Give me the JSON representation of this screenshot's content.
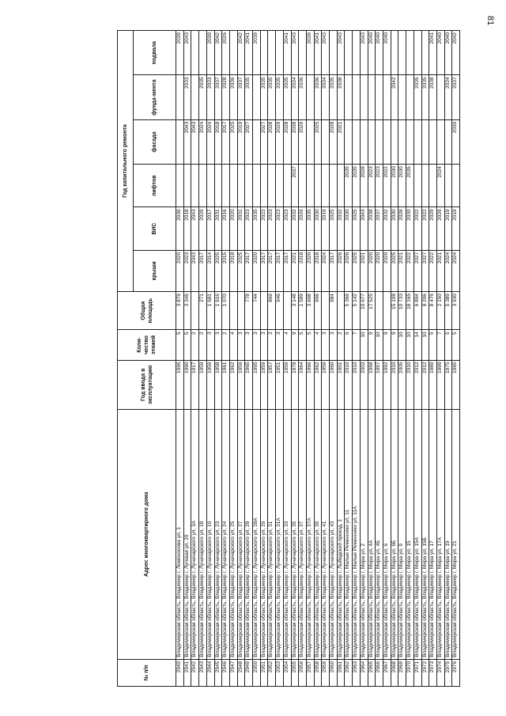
{
  "page_number": "81",
  "headers": {
    "num": "№ п/п",
    "address": "Адрес многоквартирного дома",
    "year": "Год ввода в эксплуатацию",
    "floors": "Коли-чество этажей",
    "area": "Общая площадь",
    "repair_group": "Год капитального ремонта",
    "roof": "крыши",
    "vis": "ВИС",
    "lifts": "лифтов",
    "facade": "фасада",
    "foundation": "фунда-мента",
    "basement": "подвала"
  },
  "rows": [
    [
      "2940",
      "Владимирская область, Владимир г, Ломоносова ул, 1",
      "1996",
      "5",
      "3 876",
      "2020",
      "2036",
      "",
      "",
      "",
      "2039"
    ],
    [
      "2941",
      "Владимирская область, Владимир г, Луговая ул, 20",
      "1990",
      "5",
      "3 346",
      "2023",
      "2018",
      "",
      "2043",
      "2033",
      "2043"
    ],
    [
      "2942",
      "Владимирская область, Владимир г, Луначарского ул, 3А",
      "1917",
      "2",
      "",
      "2043",
      "2043",
      "",
      "2043",
      "",
      ""
    ],
    [
      "2943",
      "Владимирская область, Владимир г, Луначарского ул, 18",
      "1959",
      "2",
      "271",
      "2017",
      "2029",
      "",
      "2024",
      "2035",
      ""
    ],
    [
      "2944",
      "Владимирская область, Владимир г, Луначарского ул, 19",
      "1959",
      "3",
      "1 681",
      "2014",
      "2017",
      "",
      "2024",
      "2033",
      "2039"
    ],
    [
      "2945",
      "Владимирская область, Владимир г, Луначарского ул, 23",
      "1958",
      "3",
      "1 616",
      "2025",
      "2031",
      "",
      "2018",
      "2037",
      "2042"
    ],
    [
      "2946",
      "Владимирская область, Владимир г, Луначарского ул, 24",
      "1961",
      "2",
      "1 070",
      "2015",
      "2016",
      "",
      "2017",
      "2028",
      "2026"
    ],
    [
      "2947",
      "Владимирская область, Владимир г, Луначарского ул, 25",
      "1962",
      "4",
      "",
      "2018",
      "2020",
      "",
      "2025",
      "2036",
      ""
    ],
    [
      "2948",
      "Владимирская область, Владимир г, Луначарского ул, 27",
      "1959",
      "3",
      "",
      "2025",
      "2031",
      "",
      "2019",
      "2037",
      "2042"
    ],
    [
      "2949",
      "Владимирская область, Владимир г, Луначарского ул, 28",
      "1965",
      "3",
      "778",
      "2017",
      "2023",
      "",
      "2027",
      "2035",
      "2041"
    ],
    [
      "2950",
      "Владимирская область, Владимир г, Луначарского ул, 28А",
      "1995",
      "3",
      "744",
      "2020",
      "2035",
      "",
      "",
      "",
      "2039"
    ],
    [
      "2951",
      "Владимирская область, Владимир г, Луначарского ул, 29",
      "1959",
      "3",
      "",
      "2017",
      "2022",
      "",
      "2027",
      "2035",
      ""
    ],
    [
      "2952",
      "Владимирская область, Владимир г, Луначарского ул, 31",
      "1957",
      "3",
      "869",
      "2017",
      "2023",
      "",
      "2028",
      "2035",
      ""
    ],
    [
      "2953",
      "Владимирская область, Владимир г, Луначарского ул, 31А",
      "1951",
      "3",
      "946",
      "2017",
      "2023",
      "",
      "2029",
      "2035",
      ""
    ],
    [
      "2954",
      "Владимирская область, Владимир г, Луначарского ул, 33",
      "1959",
      "4",
      "",
      "2017",
      "2023",
      "",
      "2028",
      "2035",
      "2041"
    ],
    [
      "2955",
      "Владимирская область, Владимир г, Луначарского ул, 35",
      "1978",
      "9",
      "3 148",
      "2021",
      "2032",
      "2037",
      "2038",
      "2034",
      "2043"
    ],
    [
      "2956",
      "Владимирская область, Владимир г, Луначарского ул, 37",
      "1964",
      "5",
      "1 589",
      "2018",
      "2026",
      "",
      "2029",
      "2036",
      ""
    ],
    [
      "2957",
      "Владимирская область, Владимир г, Луначарского ул, 37А",
      "1966",
      "5",
      "3 608",
      "2020",
      "2035",
      "",
      "",
      "",
      "2039"
    ],
    [
      "2958",
      "Владимирская область, Владимир г, Луначарского ул, 39",
      "1962",
      "4",
      "906",
      "2018",
      "2030",
      "",
      "2025",
      "2036",
      "2041"
    ],
    [
      "2959",
      "Владимирская область, Владимир г, Луначарского ул, 41",
      "1959",
      "3",
      "",
      "2024",
      "2019",
      "",
      "",
      "2034",
      "2043"
    ],
    [
      "2960",
      "Владимирская область, Владимир г, Луначарского ул, 43",
      "1960",
      "3",
      "984",
      "2017",
      "2025",
      "",
      "2028",
      "2035",
      ""
    ],
    [
      "2961",
      "Владимирская область, Владимир г, Лыбедский проезд, 1",
      "1901",
      "2",
      "",
      "2026",
      "2032",
      "",
      "2021",
      "2038",
      "2043"
    ],
    [
      "2962",
      "Владимирская область, Владимир г, Малые Ременники ул, 11",
      "2010",
      "6",
      "5 366",
      "2026",
      "2030",
      "2035",
      "",
      "",
      ""
    ],
    [
      "2963",
      "Владимирская область, Владимир г, Малые Ременники ул, 11А",
      "2010",
      "7",
      "5 142",
      "2025",
      "2025",
      "2035",
      "",
      "",
      ""
    ],
    [
      "2964",
      "Владимирская область, Владимир г, Мира ул, 2",
      "2003",
      "10",
      "10 677",
      "2021",
      "2043",
      "2028",
      "",
      "",
      "2043"
    ],
    [
      "2965",
      "Владимирская область, Владимир г, Мира ул, 4А",
      "1998",
      "9",
      "17 525",
      "2020",
      "2038",
      "2023",
      "",
      "",
      "2040"
    ],
    [
      "2966",
      "Владимирская область, Владимир г, Мира ул, 4Б",
      "1997",
      "10",
      "",
      "2020",
      "2037",
      "2023",
      "",
      "",
      "2040"
    ],
    [
      "2967",
      "Владимирская область, Владимир г, Мира ул, 6",
      "1992",
      "9",
      "",
      "2020",
      "2032",
      "2022",
      "",
      "",
      "2040"
    ],
    [
      "2968",
      "Владимирская область, Владимир г, Мира ул, 6Б",
      "2010",
      "9",
      "15 198",
      "2025",
      "2030",
      "2030",
      "",
      "2042",
      ""
    ],
    [
      "2969",
      "Владимирская область, Владимир г, Мира ул, 9",
      "2005",
      "10",
      "10 733",
      "2021",
      "2028",
      "2030",
      "",
      "",
      ""
    ],
    [
      "2970",
      "Владимирская область, Владимир г, Мира ул, 15",
      "2010",
      "10",
      "18 165",
      "2022",
      "2030",
      "2035",
      "",
      "",
      ""
    ],
    [
      "2971",
      "Владимирская область, Владимир г, Мира ул, 15А",
      "2012",
      "14",
      "6 894",
      "2027",
      "2022",
      "",
      "",
      "2035",
      ""
    ],
    [
      "2972",
      "Владимирская область, Владимир г, Мира ул, 15Б",
      "2012",
      "10",
      "8 206",
      "2027",
      "2022",
      "",
      "",
      "2035",
      ""
    ],
    [
      "2973",
      "Владимирская область, Владимир г, Мира ул, 17",
      "1989",
      "5",
      "8 476",
      "2022",
      "2029",
      "",
      "",
      "2038",
      "2041"
    ],
    [
      "2974",
      "Владимирская область, Владимир г, Мира ул, 17А",
      "1999",
      "7",
      "2 150",
      "2021",
      "2029",
      "2024",
      "",
      "",
      "2040"
    ],
    [
      "2975",
      "Владимирская область, Владимир г, Мира ул, 19",
      "1975",
      "5",
      "5 389",
      "2024",
      "2019",
      "",
      "",
      "2034",
      "2040"
    ],
    [
      "2976",
      "Владимирская область, Владимир г, Мира ул, 21",
      "1965",
      "5",
      "3 930",
      "2024",
      "2019",
      "",
      "2030",
      "2037",
      "2042"
    ]
  ]
}
